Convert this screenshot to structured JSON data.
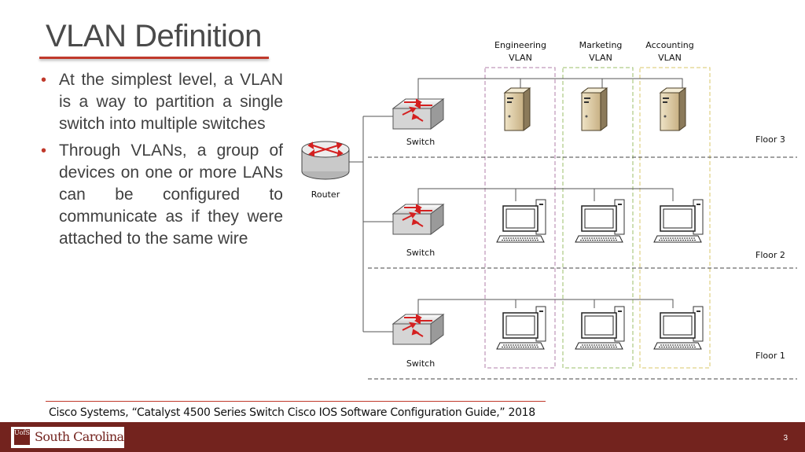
{
  "slide": {
    "title": "VLAN Definition",
    "bullets": [
      "At the simplest level, a VLAN is a way to partition a single switch into multiple switches",
      "Through VLANs, a group of devices on one or more LANs can be configured to communicate as if they were attached to the same wire"
    ],
    "citation": "Cisco Systems, “Catalyst 4500 Series Switch Cisco IOS Software Configuration Guide,” 2018",
    "page_number": "3"
  },
  "footer": {
    "logo_text": "South Carolina",
    "logo_mark": "UofSC"
  },
  "diagram": {
    "router_label": "Router",
    "switch_labels": [
      "Switch",
      "Switch",
      "Switch"
    ],
    "vlans": [
      {
        "line1": "Engineering",
        "line2": "VLAN",
        "color": "#b07fa8"
      },
      {
        "line1": "Marketing",
        "line2": "VLAN",
        "color": "#9bbf6a"
      },
      {
        "line1": "Accounting",
        "line2": "VLAN",
        "color": "#d9c76a"
      }
    ],
    "floors": [
      "Floor 3",
      "Floor 2",
      "Floor 1"
    ],
    "icons": {
      "router": "router-icon",
      "switch": "switch-icon",
      "server": "server-icon",
      "workstation": "workstation-icon"
    },
    "colors": {
      "accent": "#c0392b",
      "footer": "#73231e",
      "arrow": "#d42020"
    }
  }
}
